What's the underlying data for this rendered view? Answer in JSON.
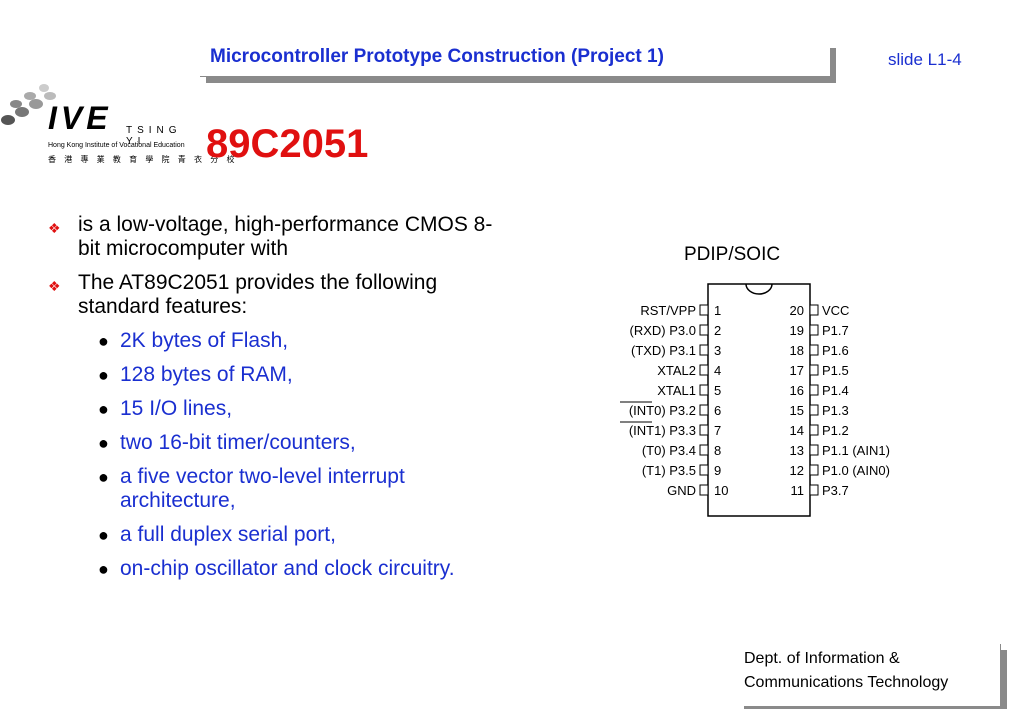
{
  "header": {
    "title": "Microcontroller Prototype Construction (Project 1)",
    "slide": "slide L1-4"
  },
  "logo": {
    "brand": "IVE",
    "campus": "TSING YI",
    "institute": "Hong Kong Institute of Vocational Education",
    "chinese": "香 港 專 業 教 育 學 院 青 衣 分 校"
  },
  "title": "89C2051",
  "bullets": [
    "is a low-voltage, high-performance CMOS 8-bit microcomputer with",
    "The AT89C2051 provides the following standard features:"
  ],
  "features": [
    "2K bytes of Flash,",
    "128 bytes of RAM,",
    "15 I/O lines,",
    "two 16-bit timer/counters,",
    "a five vector two-level interrupt architecture,",
    "a full duplex serial port,",
    "on-chip oscillator and clock circuitry."
  ],
  "chip": {
    "package": "PDIP/SOIC",
    "left_pins": [
      {
        "num": "1",
        "label": "RST/VPP"
      },
      {
        "num": "2",
        "label": "(RXD) P3.0"
      },
      {
        "num": "3",
        "label": "(TXD) P3.1"
      },
      {
        "num": "4",
        "label": "XTAL2"
      },
      {
        "num": "5",
        "label": "XTAL1"
      },
      {
        "num": "6",
        "label": "(INT0) P3.2"
      },
      {
        "num": "7",
        "label": "(INT1) P3.3"
      },
      {
        "num": "8",
        "label": "(T0) P3.4"
      },
      {
        "num": "9",
        "label": "(T1) P3.5"
      },
      {
        "num": "10",
        "label": "GND"
      }
    ],
    "right_pins": [
      {
        "num": "20",
        "label": "VCC"
      },
      {
        "num": "19",
        "label": "P1.7"
      },
      {
        "num": "18",
        "label": "P1.6"
      },
      {
        "num": "17",
        "label": "P1.5"
      },
      {
        "num": "16",
        "label": "P1.4"
      },
      {
        "num": "15",
        "label": "P1.3"
      },
      {
        "num": "14",
        "label": "P1.2"
      },
      {
        "num": "13",
        "label": "P1.1 (AIN1)"
      },
      {
        "num": "12",
        "label": "P1.0 (AIN0)"
      },
      {
        "num": "11",
        "label": "P3.7"
      }
    ]
  },
  "footer": {
    "line1": "Dept. of Information &",
    "line2": "Communications Technology"
  }
}
